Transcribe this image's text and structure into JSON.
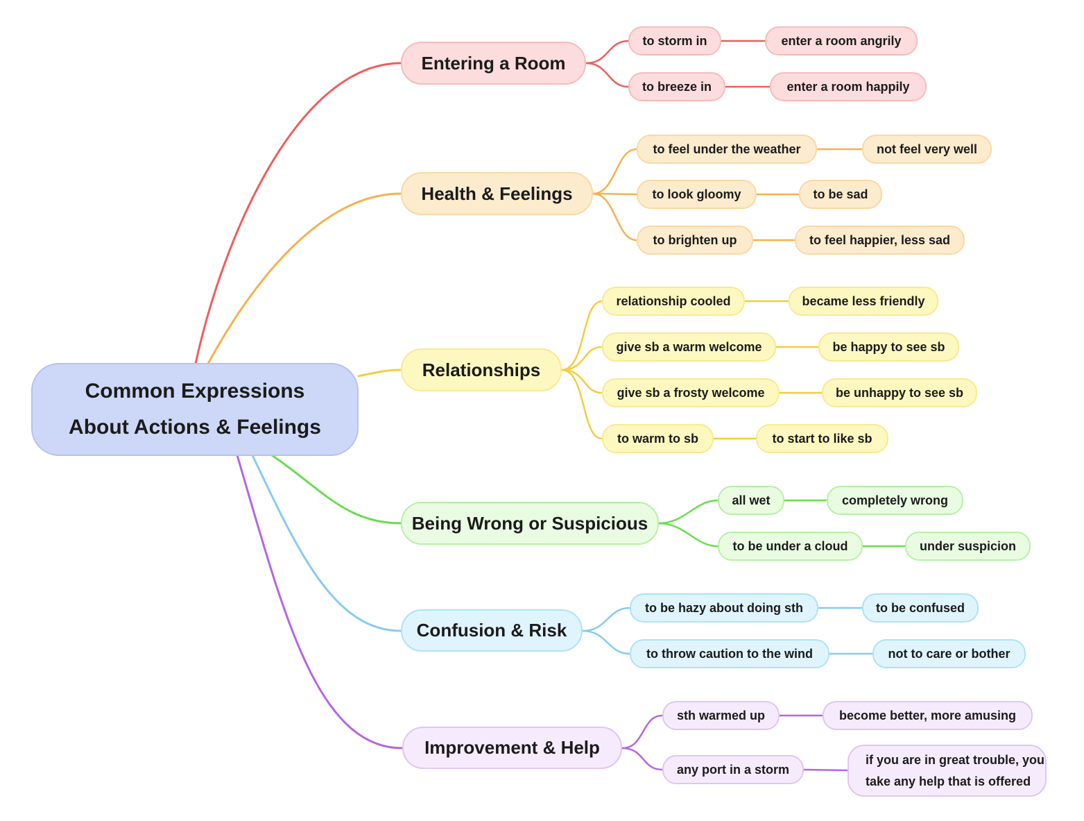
{
  "background": "#ffffff",
  "text_color": "#1b1b1b",
  "central": {
    "title_line1": "Common Expressions",
    "title_line2": "About Actions & Feelings",
    "colors": {
      "fill": "#cdd7f7",
      "border": "#b6c2ee"
    }
  },
  "branches": [
    {
      "label": "Entering a Room",
      "colors": {
        "line": "#f15c5c",
        "fill": "#fcdcdc",
        "border": "#f6bcbc"
      },
      "children": [
        {
          "term": "to storm in",
          "definition": "enter a room angrily"
        },
        {
          "term": "to breeze in",
          "definition": "enter a room happily"
        }
      ]
    },
    {
      "label": "Health & Feelings",
      "colors": {
        "line": "#f6b14d",
        "fill": "#fdebce",
        "border": "#fad8a4"
      },
      "children": [
        {
          "term": "to feel under the weather",
          "definition": "not feel very well"
        },
        {
          "term": "to look gloomy",
          "definition": "to be sad"
        },
        {
          "term": "to brighten up",
          "definition": "to feel happier, less sad"
        }
      ]
    },
    {
      "label": "Relationships",
      "colors": {
        "line": "#f3cd3c",
        "fill": "#fdf8bf",
        "border": "#f6ea93"
      },
      "children": [
        {
          "term": "relationship cooled",
          "definition": "became less friendly"
        },
        {
          "term": "give sb a warm welcome",
          "definition": "be happy to see sb"
        },
        {
          "term": "give sb a frosty welcome",
          "definition": "be unhappy to see sb"
        },
        {
          "term": "to warm to sb",
          "definition": "to start to like sb"
        }
      ]
    },
    {
      "label": "Being Wrong or Suspicious",
      "colors": {
        "line": "#69dd4e",
        "fill": "#e9fce2",
        "border": "#b7f0a5"
      },
      "children": [
        {
          "term": "all wet",
          "definition": "completely wrong"
        },
        {
          "term": "to be under a cloud",
          "definition": "under suspicion"
        }
      ]
    },
    {
      "label": "Confusion & Risk",
      "colors": {
        "line": "#85cbf1",
        "fill": "#dff4fd",
        "border": "#aee2f8"
      },
      "children": [
        {
          "term": "to be hazy about doing sth",
          "definition": "to be confused"
        },
        {
          "term": "to throw caution to the wind",
          "definition": "not to care or bother"
        }
      ]
    },
    {
      "label": "Improvement & Help",
      "colors": {
        "line": "#b564e3",
        "fill": "#f6ebfc",
        "border": "#e0c5f4"
      },
      "children": [
        {
          "term": "sth warmed up",
          "definition": "become better, more amusing"
        },
        {
          "term": "any port in a storm",
          "definition": "if you are in great trouble, you take any help that is offered",
          "definition_lines": [
            "if you are in great trouble, you",
            "take any help that is offered"
          ]
        }
      ]
    }
  ]
}
